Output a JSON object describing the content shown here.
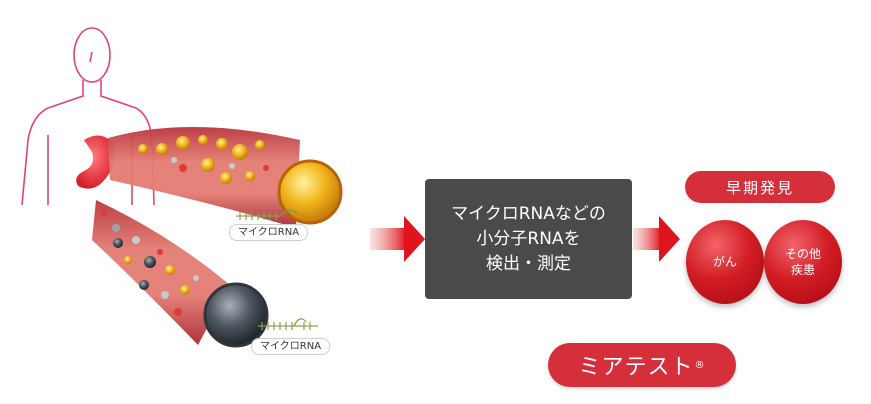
{
  "labels": {
    "mirna_top": "マイクロRNA",
    "mirna_bottom": "マイクロRNA"
  },
  "process": {
    "line1": "マイクロRNAなどの",
    "line2": "小分子RNAを",
    "line3": "検出・測定"
  },
  "early_detection": "早期発見",
  "diseases": {
    "cancer": "がん",
    "other_line1": "その他",
    "other_line2": "疾患"
  },
  "brand": {
    "name": "ミアテスト",
    "mark": "®"
  },
  "colors": {
    "brand_red": "#d62f3c",
    "box_gray": "#4a4a4a",
    "body_outline": "#e0457a"
  }
}
